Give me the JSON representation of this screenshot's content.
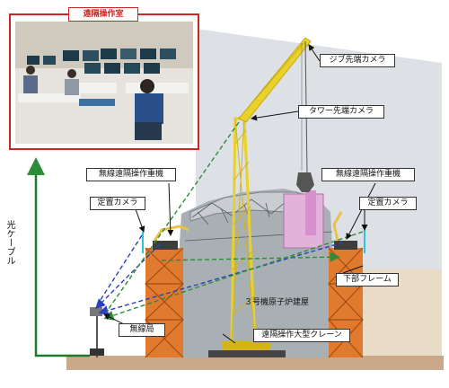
{
  "room_title": "遠隔操作室",
  "labels": {
    "jib_camera": "ジブ先端カメラ",
    "tower_camera": "タワー先端カメラ",
    "wireless_left": "無線遠隔操作重機",
    "wireless_right": "無線遠隔操作重機",
    "fixed_camera_left": "定置カメラ",
    "fixed_camera_right": "定置カメラ",
    "lower_frame": "下部フレーム",
    "wireless_station": "無線局",
    "big_crane": "遠隔操作大型クレーン"
  },
  "plain_labels": {
    "reactor": "３号機原子炉建屋",
    "optical_cable": "光ケーブル"
  },
  "colors": {
    "room_border": "#c8281e",
    "optical_cable": "#1e7a2a",
    "signal_dashed_blue": "#2b3fbf",
    "signal_dashed_green": "#2e8b3a",
    "frame_orange": "#e07a2e",
    "crane_yellow": "#e8d12a",
    "fixed_camera_cyan": "#30c4d8"
  }
}
